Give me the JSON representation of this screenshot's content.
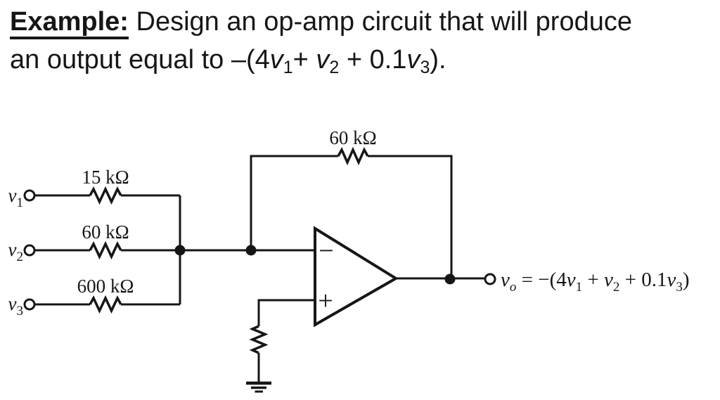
{
  "title": {
    "label": "Example:",
    "rest": " Design an op-amp circuit that will produce",
    "line2": {
      "pre": "an output equal to –(4",
      "v1": "v",
      "s1": "1",
      "mid1": "+ ",
      "v2": "v",
      "s2": "2",
      "mid2": " + 0.1",
      "v3": "v",
      "s3": "3",
      "end": ")."
    }
  },
  "circuit": {
    "inputs": [
      {
        "name": "v",
        "sub": "1",
        "resistor": "15 kΩ"
      },
      {
        "name": "v",
        "sub": "2",
        "resistor": "60 kΩ"
      },
      {
        "name": "v",
        "sub": "3",
        "resistor": "600 kΩ"
      }
    ],
    "feedback_resistor": "60 kΩ",
    "opamp": {
      "inverting": "−",
      "noninverting": "+"
    },
    "output": {
      "v": "v",
      "o": "o",
      "eq": " = −(4",
      "t1": "v",
      "s1": "1",
      "p1": " + ",
      "t2": "v",
      "s2": "2",
      "p2": " + 0.1",
      "t3": "v",
      "s3": "3",
      "end": ")"
    },
    "colors": {
      "ink": "#161616",
      "background": "#ffffff"
    }
  }
}
